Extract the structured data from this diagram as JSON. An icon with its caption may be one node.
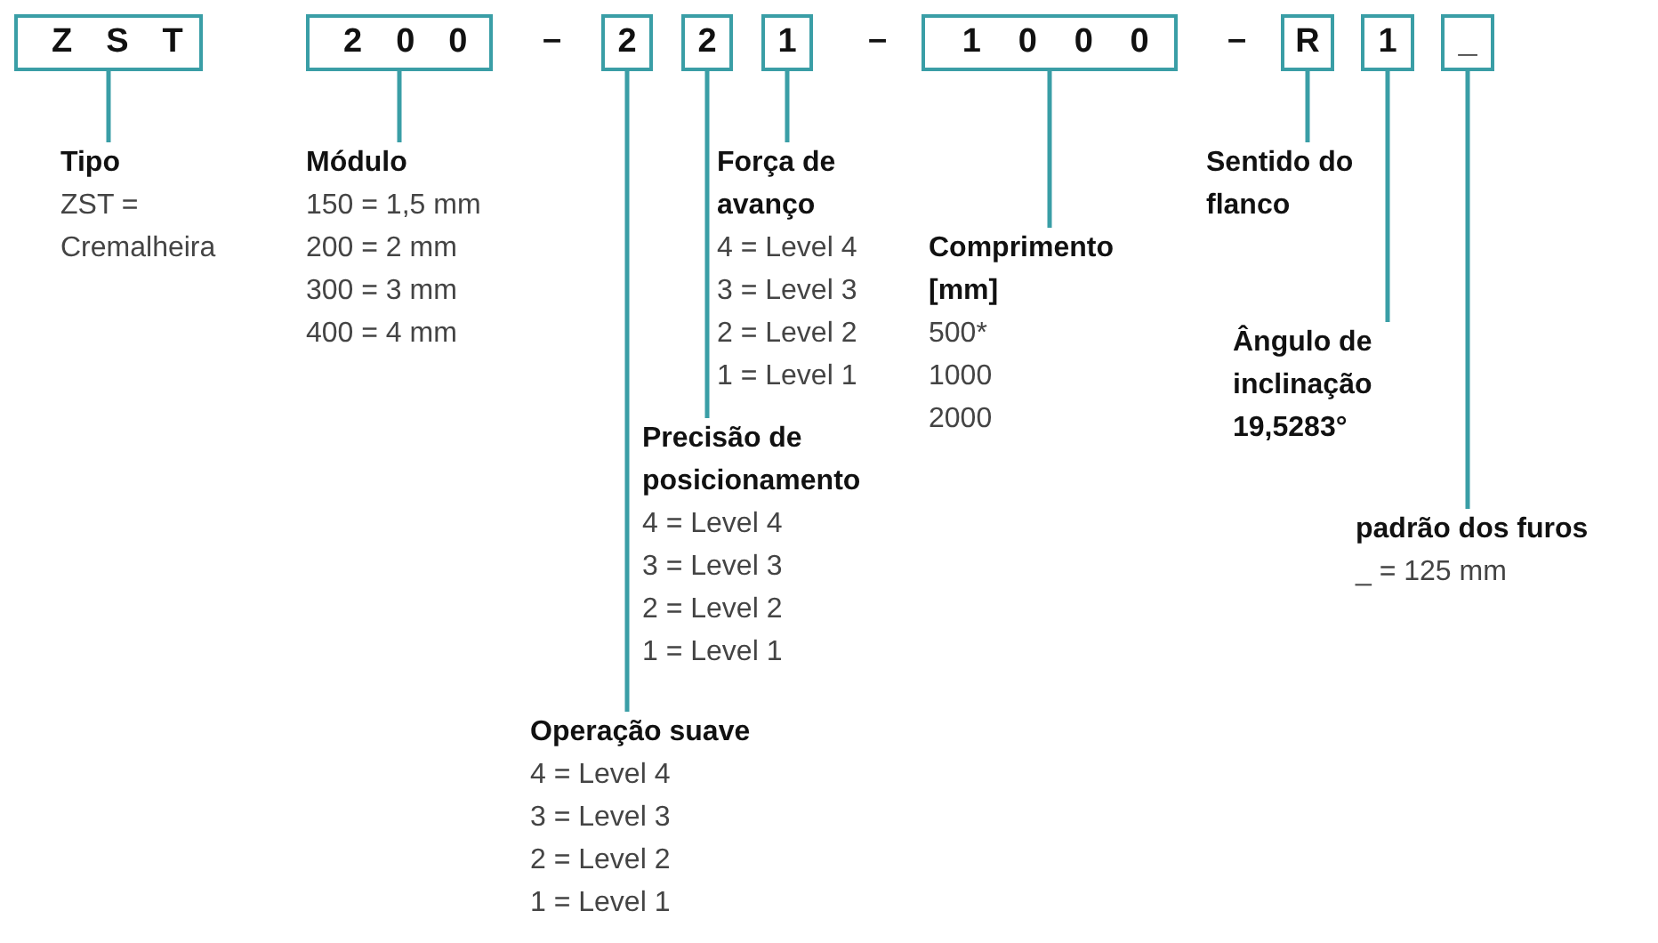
{
  "diagram": {
    "nodes": [
      {
        "text": [
          "ZST"
        ]
      },
      {
        "text": [
          "200"
        ]
      },
      {
        "text": [
          "2"
        ]
      },
      {
        "text": [
          "2"
        ]
      },
      {
        "text": [
          "1"
        ]
      },
      {
        "text": [
          "1000"
        ]
      },
      {
        "text": [
          "R"
        ]
      },
      {
        "text": [
          "1"
        ]
      },
      {
        "text": [
          "_"
        ]
      },
      {
        "text": [
          "Tipo",
          "ZST = Cremalheira"
        ]
      },
      {
        "text": [
          "Módulo",
          "150 = 1,5 mm",
          "200 = 2 mm",
          "300 = 3 mm",
          "400 = 4 mm"
        ]
      },
      {
        "text": [
          "Força de avanço",
          "4 = Level 4",
          "3 = Level 3",
          "2 = Level 2",
          "1 = Level 1"
        ]
      },
      {
        "text": [
          "Sentido do flanco"
        ]
      },
      {
        "text": [
          "Comprimento [mm]",
          "500*",
          "1000",
          "2000"
        ]
      },
      {
        "text": [
          "Ângulo de inclinação 19,5283°"
        ]
      },
      {
        "text": [
          "Precisão de posicionamento",
          "4 = Level 4",
          "3 = Level 3",
          "2 = Level 2",
          "1 = Level 1"
        ]
      },
      {
        "text": [
          "padrão dos furos",
          "_ = 125 mm"
        ]
      },
      {
        "text": [
          "Operação suave",
          "4 = Level 4",
          "3 = Level 3",
          "2 = Level 2",
          "1 = Level 1"
        ]
      }
    ],
    "edges": [
      {
        "from": 0,
        "to": 9,
        "arrow": "none"
      },
      {
        "from": 1,
        "to": 10,
        "arrow": "none"
      },
      {
        "from": 2,
        "to": 17,
        "arrow": "none"
      },
      {
        "from": 3,
        "to": 15,
        "arrow": "none"
      },
      {
        "from": 4,
        "to": 11,
        "arrow": "none"
      },
      {
        "from": 5,
        "to": 13,
        "arrow": "none"
      },
      {
        "from": 6,
        "to": 12,
        "arrow": "none"
      },
      {
        "from": 7,
        "to": 14,
        "arrow": "none"
      },
      {
        "from": 8,
        "to": 16,
        "arrow": "none"
      }
    ],
    "labels": [
      "–",
      "–",
      "–"
    ]
  }
}
